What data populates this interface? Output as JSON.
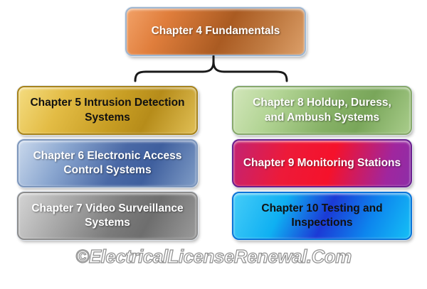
{
  "diagram": {
    "title_node": {
      "label": "Chapter 4 Fundamentals",
      "fill": [
        "#f2a167",
        "#aa5b22",
        "#dc9f69"
      ],
      "border": "#9fb6cf",
      "text_color": "#ffffff"
    },
    "left_column": [
      {
        "label": "Chapter 5 Intrusion Detection Systems",
        "fill": [
          "#f4dc80",
          "#c79d23",
          "#e0bf55"
        ],
        "border": "#a7831c",
        "text_color": "#111111"
      },
      {
        "label": "Chapter 6 Electronic Access Control Systems",
        "fill": [
          "#c9d8ec",
          "#4a69a6",
          "#7f9cc6"
        ],
        "border": "#7d96bb",
        "text_color": "#ffffff"
      },
      {
        "label": "Chapter 7 Video Surveillance Systems",
        "fill": [
          "#d4d4d4",
          "#7b7b7b",
          "#9a9a9a"
        ],
        "border": "#8c8c8c",
        "text_color": "#ffffff"
      }
    ],
    "right_column": [
      {
        "label": "Chapter 8 Holdup, Duress, and Ambush Systems",
        "fill": [
          "#d2e6ba",
          "#86b166",
          "#a9cd8b"
        ],
        "border": "#87a86b",
        "text_color": "#ffffff"
      },
      {
        "label": "Chapter 9 Monitoring Stations",
        "fill": [
          "#c32373",
          "#f5122b",
          "#8d2ea8"
        ],
        "border": "#6a1f8e",
        "text_color": "#ffffff"
      },
      {
        "label": "Chapter 10 Testing and Inspections",
        "fill": [
          "#45ccf8",
          "#1b3ad6",
          "#15c0f6"
        ],
        "border": "#0a74d8",
        "text_color": "#111111"
      }
    ],
    "connector": {
      "shape": "brace",
      "color": "#1a1a1a"
    },
    "watermark": {
      "text": "©ElectricalLicenseRenewal.Com",
      "outline_color": "#8f8f8f"
    }
  }
}
